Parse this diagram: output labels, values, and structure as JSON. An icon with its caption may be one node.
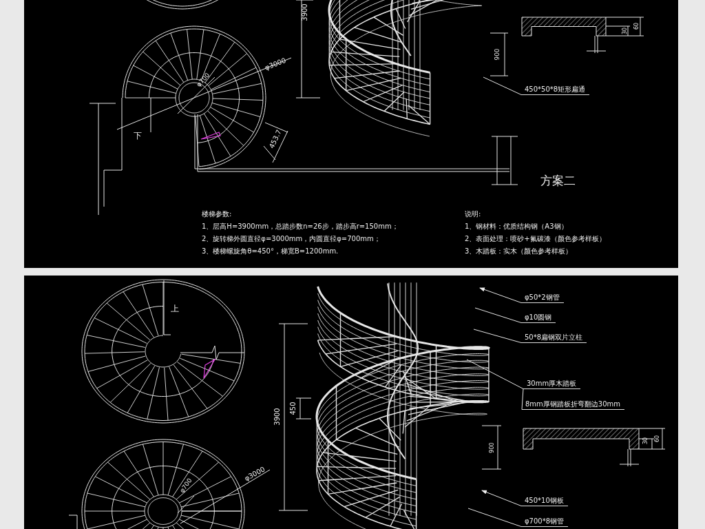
{
  "diagram": {
    "nodes": [
      {
        "text": [
          "450*50*8矩形扁通"
        ]
      },
      {
        "text": [
          "φ50*2钢管"
        ]
      },
      {
        "text": [
          "φ10圆钢"
        ]
      },
      {
        "text": [
          "50*8扁钢双片立柱"
        ]
      },
      {
        "text": [
          "30mm厚木踏板"
        ]
      },
      {
        "text": [
          "8mm厚钢踏板折弯翻边30mm"
        ]
      },
      {
        "text": [
          "450*10钢板"
        ]
      },
      {
        "text": [
          "φ700*8钢管"
        ]
      },
      {
        "text": [],
        "shape": "picture"
      },
      {
        "text": [],
        "shape": "picture"
      }
    ],
    "edges": [
      {
        "from": 0,
        "to": 8,
        "arrow": "none"
      },
      {
        "from": 1,
        "to": 9,
        "arrow": "to"
      },
      {
        "from": 2,
        "to": 9,
        "arrow": "none"
      },
      {
        "from": 3,
        "to": 9,
        "arrow": "none"
      },
      {
        "from": 4,
        "to": 9,
        "arrow": "none"
      },
      {
        "from": 5,
        "to": 9,
        "arrow": "none"
      },
      {
        "from": 6,
        "to": 9,
        "arrow": "to"
      },
      {
        "from": 7,
        "to": 9,
        "arrow": "none"
      }
    ],
    "labels": [
      "3900",
      "900",
      "30",
      "60",
      "φ3000",
      "φ700",
      "下",
      "453.7",
      "方案二",
      "楼梯参数:",
      "说明:",
      "1、层高H=3900mm，总踏步数n=26步，踏步高r=150mm；",
      "1、钢材料：优质结构钢（A3钢）",
      "2、旋转梯外圆直径φ=3000mm，内圆直径φ=700mm；",
      "2、表面处理：喷砂+氟碳漆（颜色参考样板）",
      "3、楼梯螺旋角θ=450°，梯宽B=1200mm.",
      "3、木踏板：实木（颜色参考样板）",
      "上",
      "3900",
      "450",
      "900",
      "30",
      "60",
      "φ3000",
      "φ700"
    ]
  }
}
